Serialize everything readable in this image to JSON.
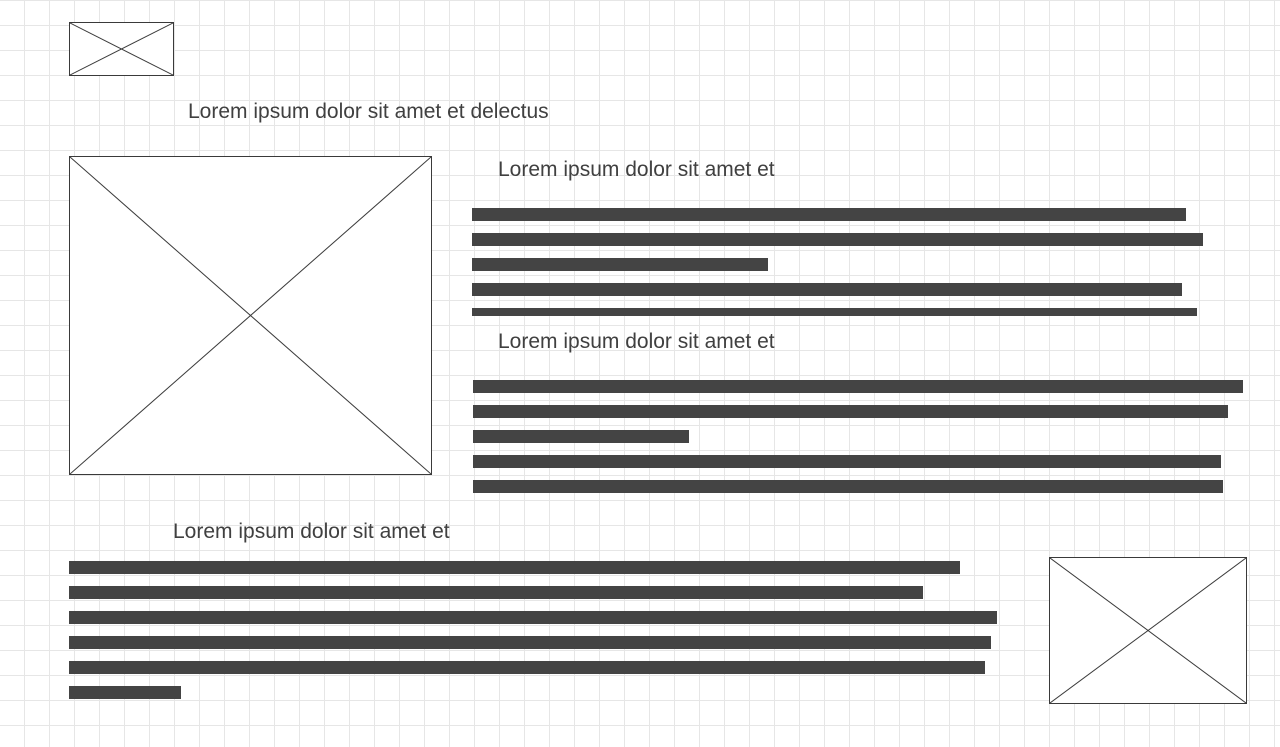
{
  "page": {
    "title": "Lorem ipsum dolor sit amet et delectus",
    "section_1": {
      "heading": "Lorem ipsum dolor sit amet et"
    },
    "section_2": {
      "heading": "Lorem ipsum dolor sit amet et"
    },
    "section_3": {
      "heading": "Lorem ipsum dolor sit amet et"
    }
  },
  "colors": {
    "text": "#404040",
    "bars": "#444444",
    "grid": "#e6e6e6",
    "border": "#3a3a3a"
  }
}
